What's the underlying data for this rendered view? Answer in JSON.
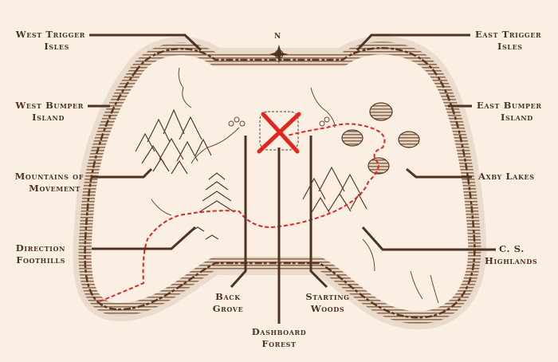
{
  "compass": {
    "label": "N"
  },
  "labels": {
    "west_trigger": [
      "West Trigger",
      "Isles"
    ],
    "west_bumper": [
      "West Bumper",
      "Island"
    ],
    "mountains": [
      "Mountains of",
      "Movement"
    ],
    "direction": [
      "Direction",
      "Foothills"
    ],
    "back_grove": [
      "Back",
      "Grove"
    ],
    "dashboard": [
      "Dashboard",
      "Forest"
    ],
    "starting": [
      "Starting",
      "Woods"
    ],
    "cs": [
      "C. S.",
      "Highlands"
    ],
    "axby": [
      "Axby Lakes"
    ],
    "east_bumper": [
      "East Bumper",
      "Island"
    ],
    "east_trigger": [
      "East Trigger",
      "Isles"
    ]
  },
  "colors": {
    "ink": "#4e3222",
    "paper": "#fbefe3",
    "route": "#e0261f"
  }
}
